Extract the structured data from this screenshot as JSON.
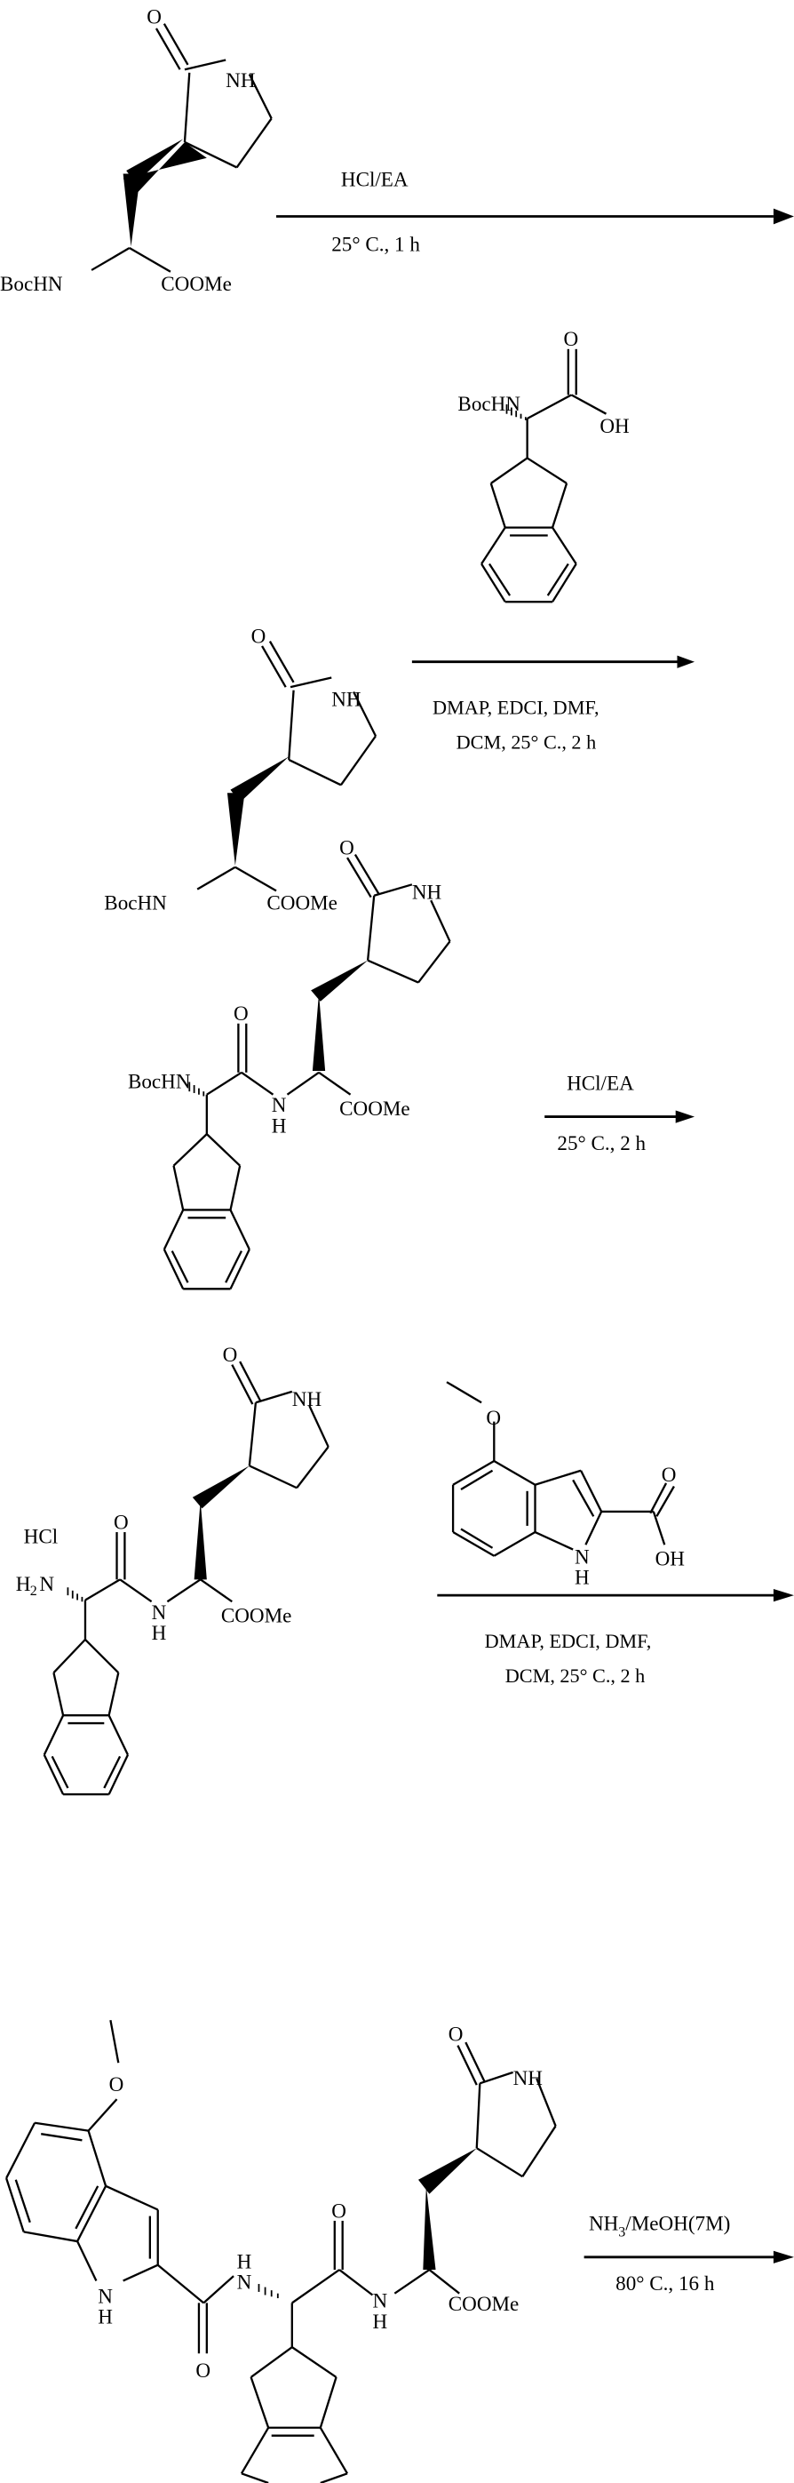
{
  "scheme": {
    "title": "Multi-step synthesis of 4-methoxyindole-2-carbonyl dipeptide",
    "colors": {
      "ink": "#000000",
      "background": "#ffffff"
    },
    "steps": [
      {
        "id": 1,
        "starting_material": {
          "labels": {
            "carbonyl_o": "O",
            "lactam_nh": "NH",
            "amine": "BocHN",
            "ester": "COOMe"
          }
        },
        "reagent_above": "HCl/EA",
        "conditions_below": "25° C., 1 h"
      },
      {
        "id": 2,
        "reactant_acid": {
          "labels": {
            "amine": "BocHN",
            "carbonyl_o": "O",
            "hydroxyl": "OH"
          }
        },
        "amine_partner": {
          "labels": {
            "carbonyl_o": "O",
            "lactam_nh": "NH",
            "amine": "BocHN",
            "ester": "COOMe"
          }
        },
        "conditions_below_line1": "DMAP, EDCI, DMF,",
        "conditions_below_line2": "DCM, 25° C., 2 h"
      },
      {
        "id": 3,
        "substrate": {
          "labels": {
            "amine": "BocHN",
            "amide_o": "O",
            "amide_n": "N",
            "amide_h": "H",
            "lactam_o": "O",
            "lactam_nh": "NH",
            "ester": "COOMe"
          }
        },
        "reagent_above": "HCl/EA",
        "conditions_below": "25° C., 2 h"
      },
      {
        "id": 4,
        "substrate": {
          "labels": {
            "salt": "HCl",
            "amine_h2": "H",
            "amine_sub": "2",
            "amine_n": "N",
            "amide_o": "O",
            "amide_n": "N",
            "amide_h": "H",
            "lactam_o": "O",
            "lactam_nh": "NH",
            "ester": "COOMe"
          }
        },
        "reactant_acid": {
          "labels": {
            "methoxy_o": "O",
            "acid_o": "O",
            "hydroxyl": "OH",
            "indole_n": "N",
            "indole_h": "H"
          }
        },
        "conditions_below_line1": "DMAP, EDCI, DMF,",
        "conditions_below_line2": "DCM, 25° C., 2 h"
      },
      {
        "id": 5,
        "substrate": {
          "labels": {
            "methoxy_o": "O",
            "indole_n": "N",
            "indole_h": "H",
            "indole_amide_o": "O",
            "amide1_h": "H",
            "amide1_n": "N",
            "amide2_o": "O",
            "amide2_n": "N",
            "amide2_h": "H",
            "lactam_o": "O",
            "lactam_nh": "NH",
            "ester": "COOMe"
          }
        },
        "reagent_above_main": "NH",
        "reagent_above_sub": "3",
        "reagent_above_rest": "/MeOH(7M)",
        "conditions_below": "80° C., 16 h"
      }
    ]
  }
}
